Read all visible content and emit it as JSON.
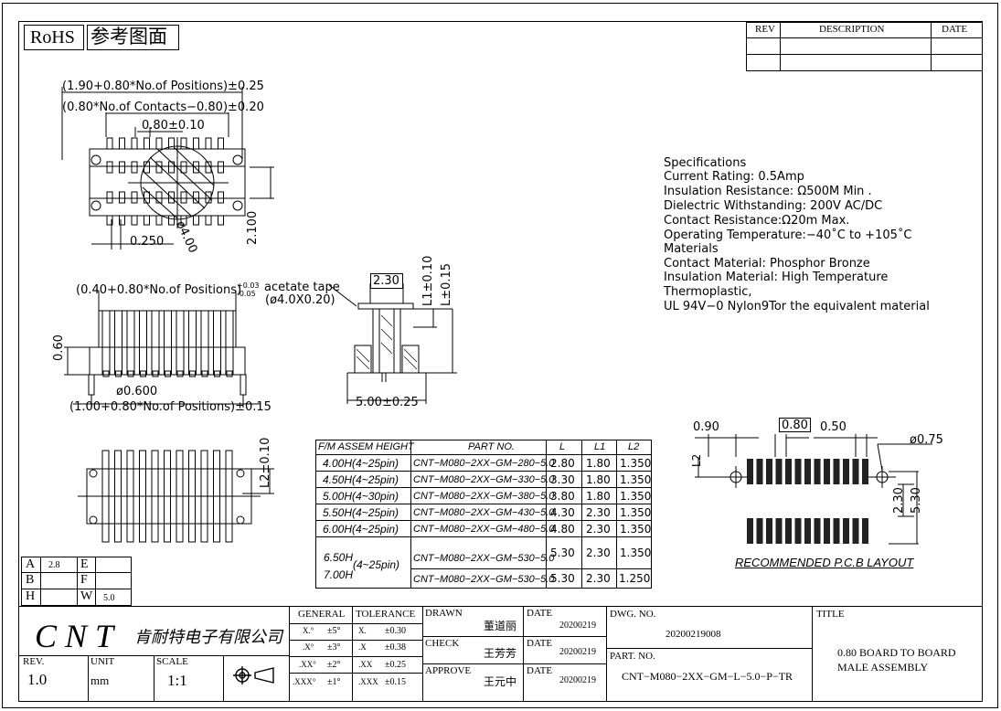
{
  "header": {
    "rohs": "RoHS",
    "ref_drawing": "参考图面"
  },
  "revision_table": {
    "headers": [
      "REV",
      "DESCRIPTION",
      "DATE"
    ]
  },
  "dimensions": {
    "top_view": {
      "overall": "(1.90+0.80*No.of  Positions)±0.25",
      "contacts": "(0.80*No.of  Contacts−0.80)±0.20",
      "pitch": "0.80±0.10",
      "width": "2.100",
      "offset": "0.250",
      "diameter": "ø4.00"
    },
    "side_view": {
      "overall": "(0.40+0.80*No.of  Positions)",
      "tol_upper": "+0.03",
      "tol_lower": "-0.05",
      "height": "0.60",
      "post_diameter": "ø0.600",
      "base_length": "(1.00+0.80*No.of  Positions)±0.15"
    },
    "end_view": {
      "tape": "acetate  tape",
      "tape_size": "(ø4.0X0.20)",
      "top_width": "2.30",
      "l1": "L1±0.10",
      "l_tol": "L±0.15",
      "base_width": "5.00±0.25"
    },
    "bottom_view": {
      "l2": "L2±0.10"
    }
  },
  "specifications": [
    "Specifications",
    "Current  Rating:   0.5Amp",
    "Insulation  Resistance:  Ω500M     Min  .",
    "Dielectric  Withstanding:   200V  AC/DC",
    "Contact  Resistance:Ω20m     Max.",
    "Operating  Temperature:−40˚C  to  +105˚C",
    "Materials",
    "Contact  Material:  Phosphor  Bronze",
    "Insulation  Material:  High  Temperature",
    "Thermoplastic,",
    "UL  94V−0  Nylon9Tor  the  equivalent  material"
  ],
  "part_table": {
    "headers": [
      "F/M  ASSEM  HEIGHT",
      "PART  NO.",
      "L",
      "L1",
      "L2"
    ],
    "rows": [
      {
        "height": "4.00H(4~25pin)",
        "part": "CNT−M080−2XX−GM−280−5.0",
        "L": "2.80",
        "L1": "1.80",
        "L2": "1.350"
      },
      {
        "height": "4.50H(4~25pin)",
        "part": "CNT−M080−2XX−GM−330−5.0",
        "L": "3.30",
        "L1": "1.80",
        "L2": "1.350"
      },
      {
        "height": "5.00H(4~30pin)",
        "part": "CNT−M080−2XX−GM−380−5.0",
        "L": "3.80",
        "L1": "1.80",
        "L2": "1.350"
      },
      {
        "height": "5.50H(4~25pin)",
        "part": "CNT−M080−2XX−GM−430−5.0",
        "L": "4.30",
        "L1": "2.30",
        "L2": "1.350"
      },
      {
        "height": "6.00H(4~25pin)",
        "part": "CNT−M080−2XX−GM−480−5.0",
        "L": "4.80",
        "L1": "2.30",
        "L2": "1.350"
      }
    ],
    "merged": {
      "height_a": "6.50H",
      "height_b": "7.00H",
      "range": "(4~25pin)",
      "part_a": "CNT−M080−2XX−GM−530−5.0",
      "L_a": "5.30",
      "L1_a": "2.30",
      "L2_a": "1.350",
      "part_b": "CNT−M080−2XX−GM−530−5.0",
      "L_b": "5.30",
      "L1_b": "2.30",
      "L2_b": "1.250"
    }
  },
  "pcb_layout": {
    "dim_left": "0.90",
    "dim_pitch": "0.80",
    "dim_gap": "0.50",
    "dim_hole": "ø0.75",
    "dim_l2": "L2",
    "dim_inner": "2.30",
    "dim_outer": "5.30",
    "caption": "RECOMMENDED  P.C.B   LAYOUT"
  },
  "small_grid": {
    "a": "A",
    "a_val": "2.8",
    "e": "E",
    "b": "B",
    "f": "F",
    "h": "H",
    "w": "W",
    "w_val": "5.0"
  },
  "title_block": {
    "logo": "C  N  T",
    "company": "肯耐特电子有限公司",
    "rev_label": "REV.",
    "rev": "1.0",
    "unit_label": "UNIT",
    "unit": "mm",
    "scale_label": "SCALE",
    "scale": "1:1",
    "general": "GENERAL",
    "tolerance": "TOLERANCE",
    "tolerances": [
      [
        "X.°",
        "±5°",
        "X.",
        "±0.30"
      ],
      [
        ".X°",
        "±3°",
        ".X",
        "±0.38"
      ],
      [
        ".XX°",
        "±2°",
        ".XX",
        "±0.25"
      ],
      [
        ".XXX°",
        "±1°",
        ".XXX",
        "±0.15"
      ]
    ],
    "drawn_label": "DRAWN",
    "drawn": "董道丽",
    "check_label": "CHECK",
    "check": "王芳芳",
    "approve_label": "APPROVE",
    "approve": "王元中",
    "date_label": "DATE",
    "date1": "20200219",
    "date2": "20200219",
    "date3": "20200219",
    "dwg_label": "DWG. NO.",
    "dwg": "20200219008",
    "part_label": "PART. NO.",
    "part": "CNT−M080−2XX−GM−L−5.0−P−TR",
    "title_label": "TITLE",
    "title_line1": "0.80  BOARD  TO  BOARD",
    "title_line2": "MALE  ASSEMBLY"
  }
}
